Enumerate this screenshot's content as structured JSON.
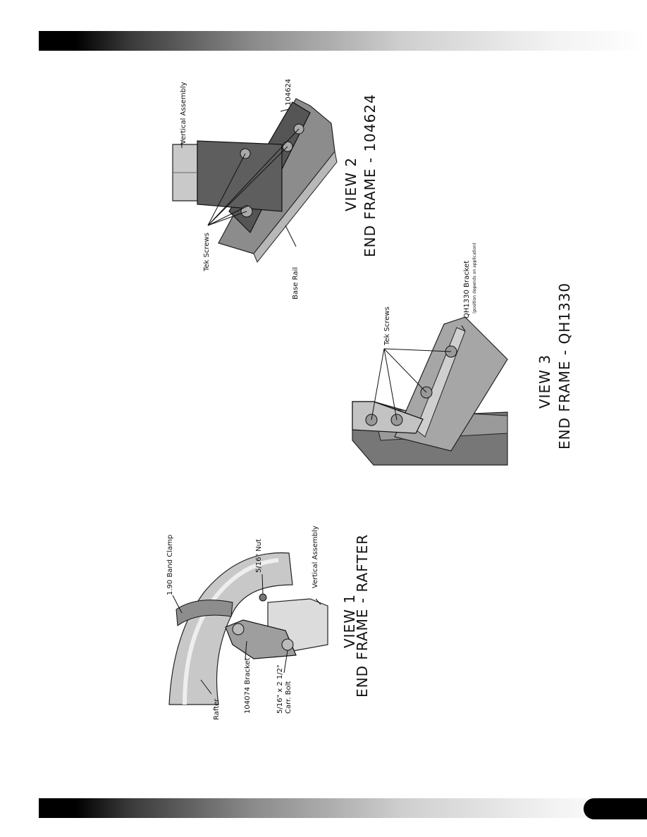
{
  "view1": {
    "title_line1": "VIEW 1",
    "title_line2": "END FRAME - RAFTER",
    "labels": {
      "band_clamp": "1.90 Band Clamp",
      "nut": "5/16\" Nut",
      "vertical_assembly": "Vertical Assembly",
      "bracket": "104074 Bracket",
      "rafter": "Rafter",
      "bolt_line1": "5/16\" x 2 1/2\"",
      "bolt_line2": "Carr. Bolt"
    }
  },
  "view2": {
    "title_line1": "VIEW 2",
    "title_line2": "END FRAME - 104624",
    "labels": {
      "vertical_assembly": "Vertical Assembly",
      "part_number": "104624",
      "tek_screws": "Tek Screws",
      "base_rail": "Base Rail"
    }
  },
  "view3": {
    "title_line1": "VIEW 3",
    "title_line2": "END FRAME - QH1330",
    "labels": {
      "tek_screws": "Tek Screws",
      "bracket": "QH1330 Bracket",
      "bracket_note": "(position depends on application)"
    }
  }
}
